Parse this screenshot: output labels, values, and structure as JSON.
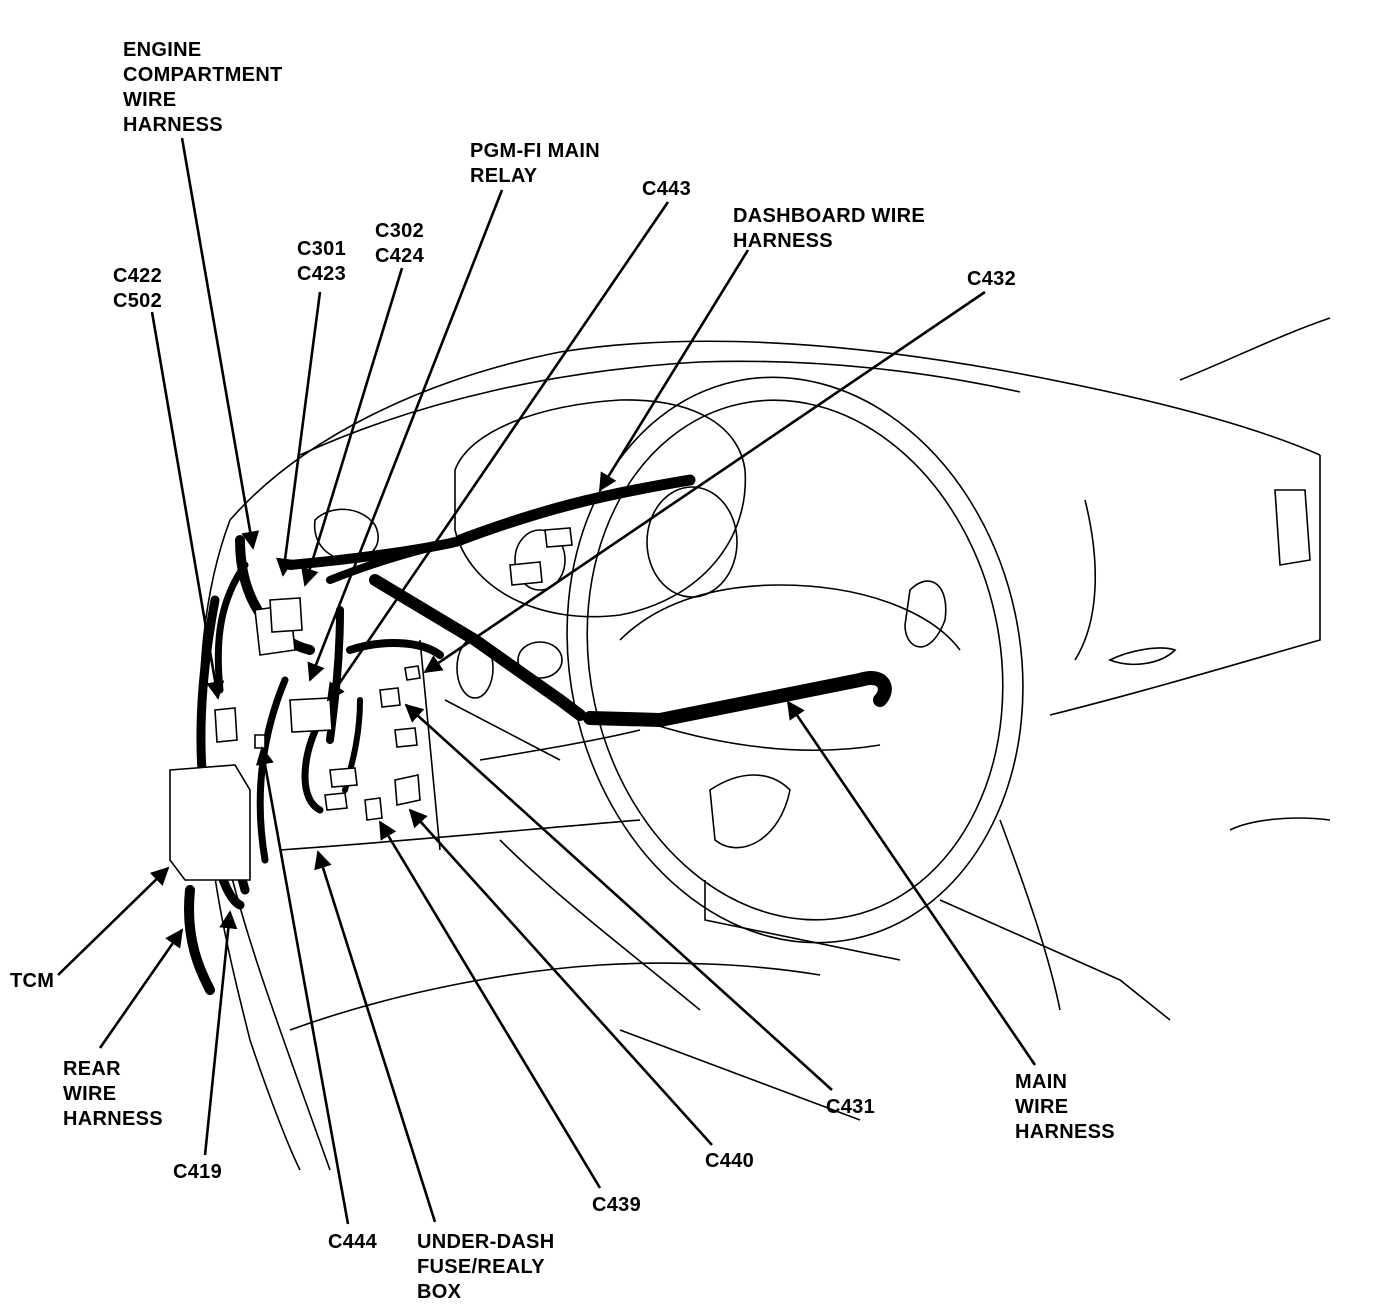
{
  "colors": {
    "ink": "#000000",
    "paper": "#ffffff"
  },
  "labels": {
    "engine_compartment": [
      "ENGINE",
      "COMPARTMENT",
      "WIRE",
      "HARNESS"
    ],
    "pgm_fi": [
      "PGM-FI MAIN",
      "RELAY"
    ],
    "c443": [
      "C443"
    ],
    "dashboard": [
      "DASHBOARD WIRE",
      "HARNESS"
    ],
    "c302_c424": [
      "C302",
      "C424"
    ],
    "c301_c423": [
      "C301",
      "C423"
    ],
    "c422_c502": [
      "C422",
      "C502"
    ],
    "c432": [
      "C432"
    ],
    "tcm": [
      "TCM"
    ],
    "rear_wire": [
      "REAR",
      "WIRE",
      "HARNESS"
    ],
    "c419": [
      "C419"
    ],
    "c444": [
      "C444"
    ],
    "under_dash": [
      "UNDER-DASH",
      "FUSE/REALY",
      "BOX"
    ],
    "c439": [
      "C439"
    ],
    "c440": [
      "C440"
    ],
    "c431": [
      "C431"
    ],
    "main_wire": [
      "MAIN",
      "WIRE",
      "HARNESS"
    ]
  }
}
